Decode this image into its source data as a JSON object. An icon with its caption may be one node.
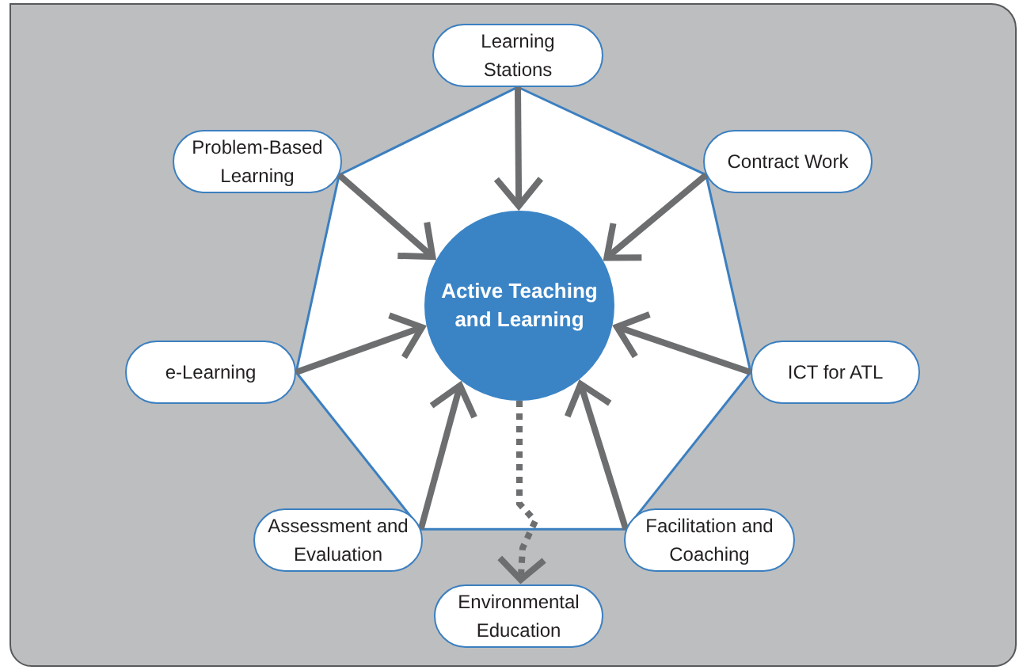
{
  "diagram": {
    "nodes": [
      {
        "text": [
          "Learning Stations"
        ]
      },
      {
        "text": [
          "Problem-Based Learning"
        ]
      },
      {
        "text": [
          "Contract Work"
        ]
      },
      {
        "text": [
          "Active Teaching and Learning"
        ]
      },
      {
        "text": [
          "e-Learning"
        ]
      },
      {
        "text": [
          "ICT for ATL"
        ]
      },
      {
        "text": [
          "Assessment and Evaluation"
        ]
      },
      {
        "text": [
          "Facilitation and Coaching"
        ]
      },
      {
        "text": [
          "Environmental Education"
        ]
      }
    ],
    "edges": [
      {
        "from": 0,
        "to": 3,
        "arrow": "to"
      },
      {
        "from": 1,
        "to": 3,
        "arrow": "to"
      },
      {
        "from": 2,
        "to": 3,
        "arrow": "to"
      },
      {
        "from": 4,
        "to": 3,
        "arrow": "to"
      },
      {
        "from": 5,
        "to": 3,
        "arrow": "to"
      },
      {
        "from": 6,
        "to": 3,
        "arrow": "to"
      },
      {
        "from": 7,
        "to": 3,
        "arrow": "to"
      },
      {
        "from": 3,
        "to": 8,
        "arrow": "to",
        "style": "dashed"
      }
    ]
  }
}
